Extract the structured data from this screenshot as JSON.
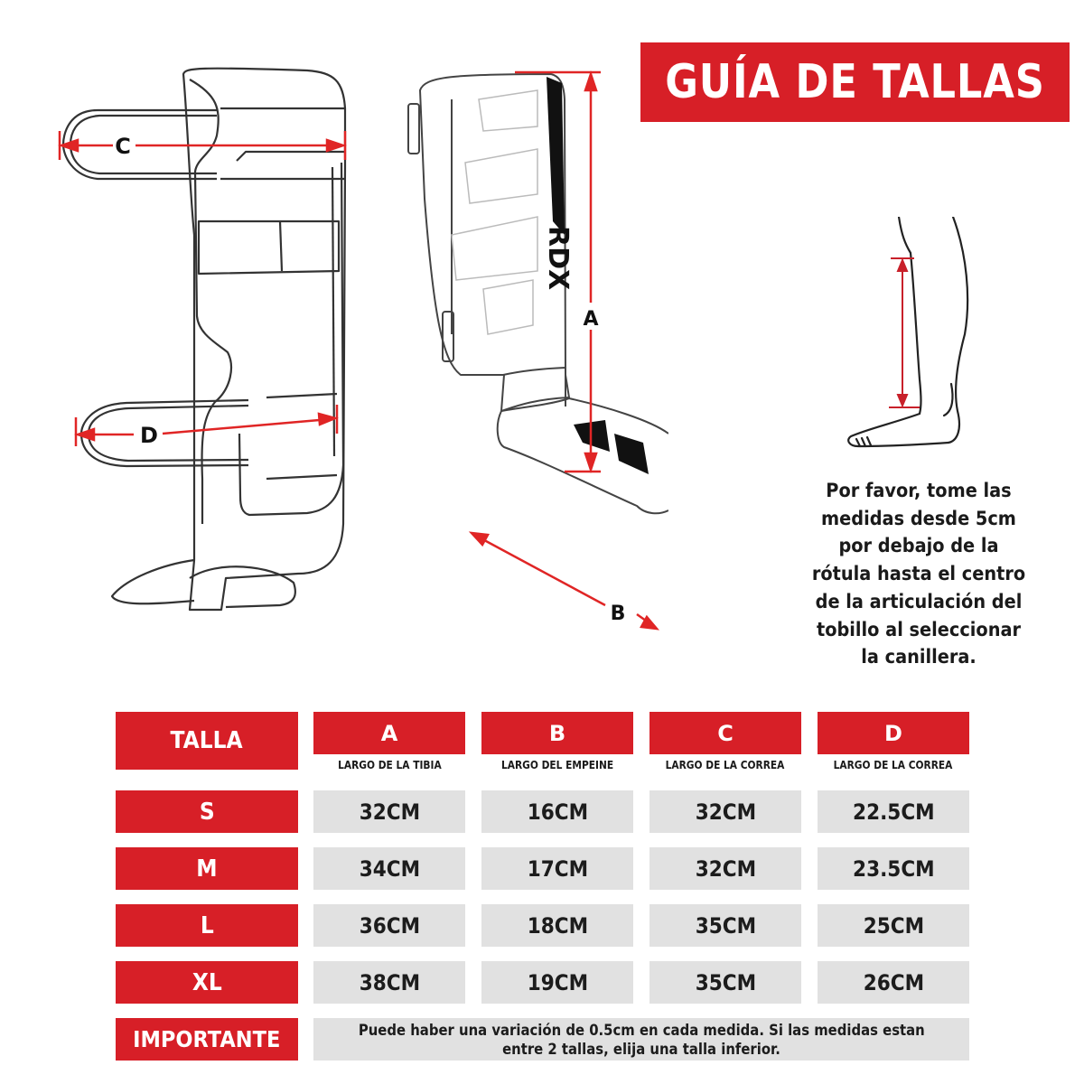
{
  "header": {
    "title": "GUÍA DE TALLAS"
  },
  "diagram": {
    "labels": {
      "a": "A",
      "b": "B",
      "c": "C",
      "d": "D"
    },
    "brand_mark": "RDX",
    "accent_color": "#d71f27"
  },
  "instructions": {
    "lines": [
      "Por favor, tome las",
      "medidas desde 5cm",
      "por debajo  de la",
      "rótula hasta el centro",
      "de la articulación del",
      "tobillo al seleccionar",
      "la canillera."
    ]
  },
  "table": {
    "size_header": "TALLA",
    "columns": [
      {
        "letter": "A",
        "desc": "LARGO DE LA TIBIA"
      },
      {
        "letter": "B",
        "desc": "LARGO DEL EMPEINE"
      },
      {
        "letter": "C",
        "desc": "LARGO DE LA CORREA"
      },
      {
        "letter": "D",
        "desc": "LARGO DE LA CORREA"
      }
    ],
    "rows": [
      {
        "size": "S",
        "values": [
          "32CM",
          "16CM",
          "32CM",
          "22.5CM"
        ]
      },
      {
        "size": "M",
        "values": [
          "34CM",
          "17CM",
          "32CM",
          "23.5CM"
        ]
      },
      {
        "size": "L",
        "values": [
          "36CM",
          "18CM",
          "35CM",
          "25CM"
        ]
      },
      {
        "size": "XL",
        "values": [
          "38CM",
          "19CM",
          "35CM",
          "26CM"
        ]
      }
    ],
    "important_label": "IMPORTANTE",
    "important_note": [
      "Puede haber una variación de 0.5cm en cada medida. Si las medidas estan",
      "entre 2 tallas, elija una talla inferior."
    ]
  }
}
